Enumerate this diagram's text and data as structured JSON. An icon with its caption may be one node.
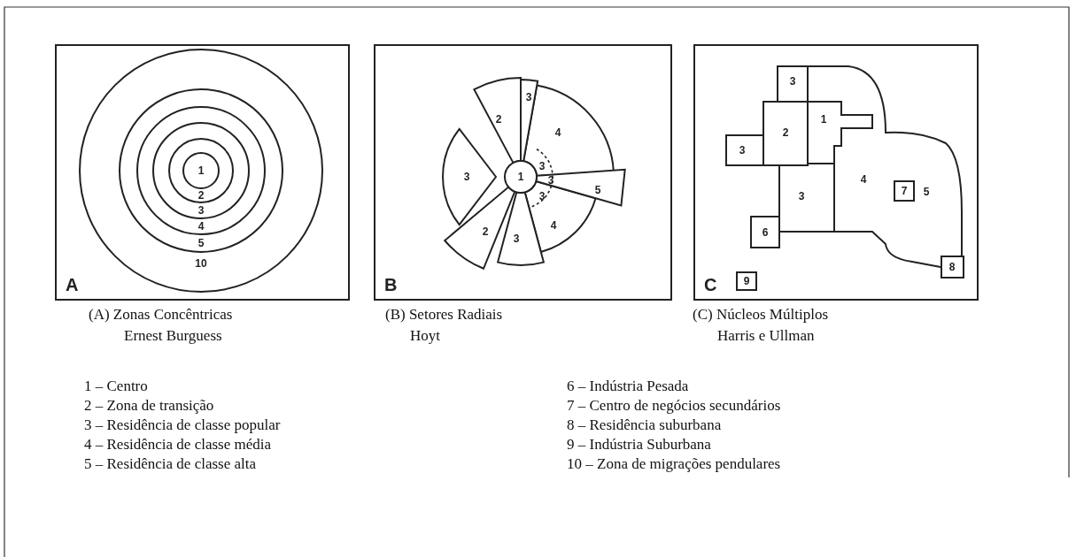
{
  "diagram": {
    "nodes": [
      {
        "text": [
          "A"
        ],
        "beside": [
          "(A) Zonas Concêntricas",
          "Ernest Burguess"
        ]
      },
      {
        "text": [
          "B"
        ],
        "beside": [
          "(B) Setores Radiais",
          "Hoyt"
        ]
      },
      {
        "text": [
          "C"
        ],
        "beside": [
          "(C) Núcleos Múltiplos",
          "Harris e Ullman"
        ]
      }
    ],
    "labels": [
      "1",
      "2",
      "3",
      "4",
      "5",
      "10",
      "3",
      "2",
      "4",
      "3",
      "1",
      "3",
      "3",
      "5",
      "3",
      "4",
      "2",
      "3",
      "3",
      "1",
      "2",
      "3",
      "4",
      "3",
      "7",
      "5",
      "6",
      "8",
      "9",
      "1 – Centro",
      "2 – Zona de transição",
      "3 – Residência de classe popular",
      "4 – Residência de classe média",
      "5 – Residência de classe alta",
      "6 – Indústria Pesada",
      "7 – Centro de negócios secundários",
      "8 – Residência suburbana",
      "9 – Indústria Suburbana",
      "10 – Zona de migrações pendulares"
    ]
  }
}
